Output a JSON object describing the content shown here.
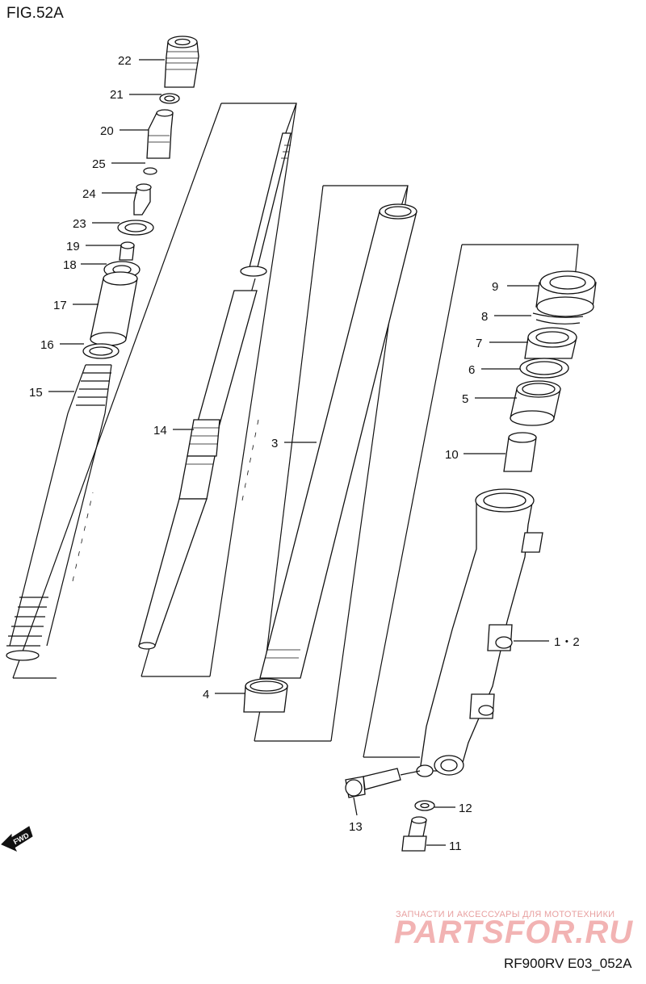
{
  "figure": {
    "title": "FIG.52A",
    "code": "RF900RV E03_052A"
  },
  "watermark": {
    "line1": "ЗАПЧАСТИ И АКСЕССУАРЫ ДЛЯ МОТОТЕХНИКИ",
    "brand": "PARTSFOR.RU"
  },
  "direction_badge": "FWD",
  "callouts": [
    {
      "id": "22",
      "label": "22"
    },
    {
      "id": "21",
      "label": "21"
    },
    {
      "id": "20",
      "label": "20"
    },
    {
      "id": "25",
      "label": "25"
    },
    {
      "id": "24",
      "label": "24"
    },
    {
      "id": "23",
      "label": "23"
    },
    {
      "id": "19",
      "label": "19"
    },
    {
      "id": "18",
      "label": "18"
    },
    {
      "id": "17",
      "label": "17"
    },
    {
      "id": "16",
      "label": "16"
    },
    {
      "id": "15",
      "label": "15"
    },
    {
      "id": "14",
      "label": "14"
    },
    {
      "id": "3",
      "label": "3"
    },
    {
      "id": "4",
      "label": "4"
    },
    {
      "id": "9",
      "label": "9"
    },
    {
      "id": "8",
      "label": "8"
    },
    {
      "id": "7",
      "label": "7"
    },
    {
      "id": "6",
      "label": "6"
    },
    {
      "id": "5",
      "label": "5"
    },
    {
      "id": "10",
      "label": "10"
    },
    {
      "id": "1_2",
      "label": "1・2"
    },
    {
      "id": "12",
      "label": "12"
    },
    {
      "id": "13",
      "label": "13"
    },
    {
      "id": "11",
      "label": "11"
    }
  ]
}
